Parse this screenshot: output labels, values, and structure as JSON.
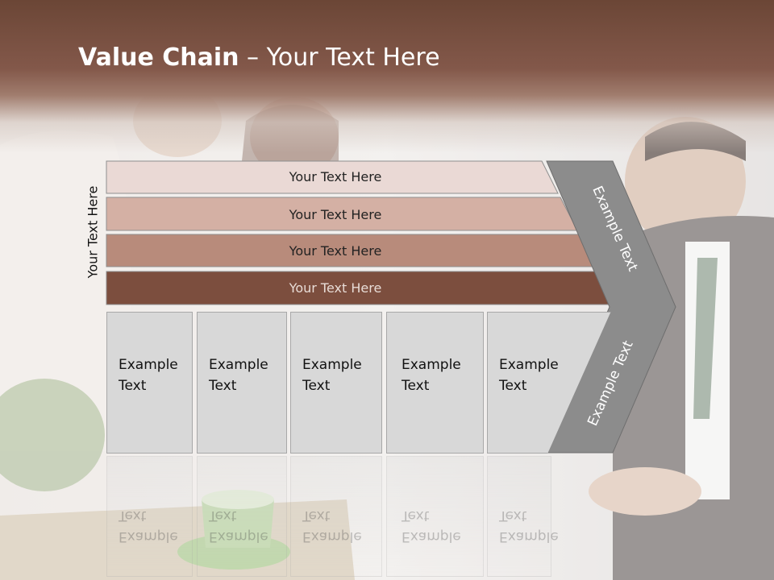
{
  "slide": {
    "title_bold": "Value Chain",
    "title_rest": " – Your Text Here",
    "side_label": "Your Text Here"
  },
  "bars": [
    {
      "label": "Your Text Here",
      "color": "#ead9d5",
      "text_color": "#222222"
    },
    {
      "label": "Your Text Here",
      "color": "#d4b0a4",
      "text_color": "#222222"
    },
    {
      "label": "Your Text Here",
      "color": "#b88b7b",
      "text_color": "#222222"
    },
    {
      "label": "Your Text Here",
      "color": "#7c4e3e",
      "text_color": "#e8dcd6"
    }
  ],
  "boxes": [
    {
      "line1": "Example",
      "line2": "Text"
    },
    {
      "line1": "Example",
      "line2": "Text"
    },
    {
      "line1": "Example",
      "line2": "Text"
    },
    {
      "line1": "Example",
      "line2": "Text"
    },
    {
      "line1": "Example",
      "line2": "Text"
    }
  ],
  "chevron": {
    "top_label": "Example Text",
    "bottom_label": "Example Text",
    "color": "#8c8c8c"
  },
  "icons": {
    "background": "office-meeting-photo"
  }
}
